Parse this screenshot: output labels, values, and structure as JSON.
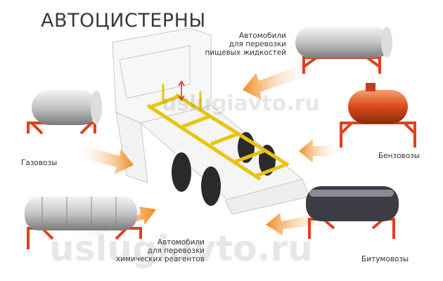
{
  "title": "АВТОЦИСТЕРНЫ",
  "labels": {
    "food": [
      "Автомобили",
      "для перевозки",
      "пищевых жидкостей"
    ],
    "gas": "Газовозы",
    "fuel": "Бензовозы",
    "chemical": [
      "Автомобили",
      "для перевозки",
      "химических реагентов"
    ],
    "bitumen": "Битумовозы"
  },
  "watermarks": [
    "uslugiavto.ru",
    "uslugiavto.ru"
  ],
  "colors": {
    "accent": "#f08a1c",
    "frame": "#f2d21a",
    "stand": "#e0401a",
    "tank": "#b8b8b8"
  }
}
